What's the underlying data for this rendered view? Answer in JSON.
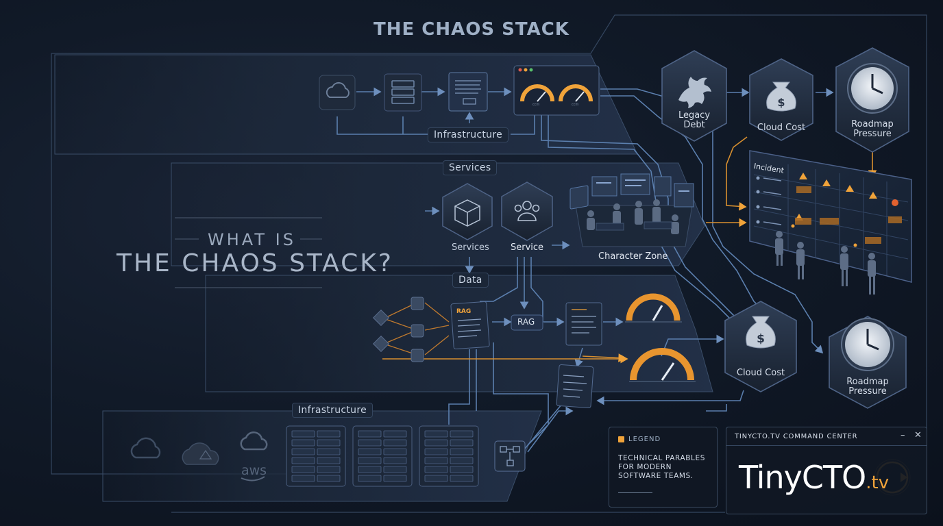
{
  "title": "THE CHAOS STACK",
  "headline": {
    "line1": "WHAT IS",
    "line2": "THE CHAOS STACK?"
  },
  "layers": {
    "infrastructure_top": "Infrastructure",
    "services": "Services",
    "data": "Data",
    "infrastructure_bottom": "Infrastructure"
  },
  "services_layer": {
    "services_label": "Services",
    "service_label": "Service",
    "character_zone_label": "Character Zone"
  },
  "data_layer": {
    "rag_doc_label": "RAG",
    "rag_tag": "RAG"
  },
  "gauge_caption": "ccm",
  "cloud_logo": "aws",
  "chaos_factors": {
    "legacy_debt": [
      "Legacy",
      "Debt"
    ],
    "cloud_cost_top": "Cloud Cost",
    "roadmap_top": [
      "Roadmap",
      "Pressure"
    ],
    "cloud_cost_bottom": "Cloud Cost",
    "roadmap_bottom": [
      "Roadmap",
      "Pressure"
    ]
  },
  "incident_board": {
    "title": "Incident"
  },
  "legend": {
    "title": "LEGEND",
    "text": [
      "TECHNICAL PARABLES",
      "FOR MODERN",
      "SOFTWARE TEAMS."
    ]
  },
  "command_center": {
    "title": "TINYCTO.TV COMMAND CENTER",
    "brand_main": "TinyCTO",
    "brand_suffix": ".tv"
  },
  "colors": {
    "background": "#111a28",
    "line_blue": "#5b7fae",
    "accent_orange": "#f0a33a",
    "panel_border": "#3a4a60"
  },
  "icons": [
    "dragon-icon",
    "money-bag-icon",
    "clock-icon",
    "cube-icon",
    "users-icon",
    "cloud-icon",
    "server-icon",
    "gauge-icon",
    "warning-icon",
    "document-icon",
    "node-icon",
    "close-icon",
    "minimize-icon"
  ]
}
